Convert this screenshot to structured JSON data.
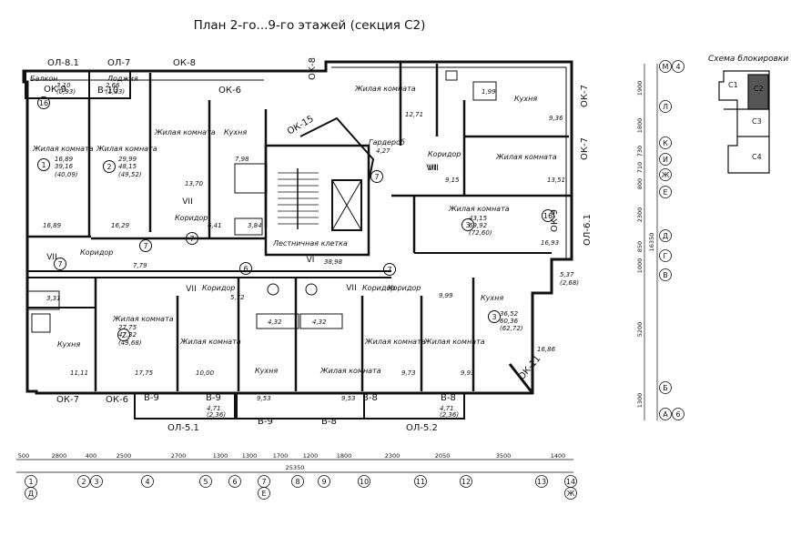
{
  "title": "План 2-го...9-го этажей (секция С2)",
  "key_plan": {
    "title": "Схема блокировки",
    "sections": [
      "С1",
      "С2",
      "С3",
      "С4"
    ]
  },
  "window_labels": [
    "ОЛ-8.1",
    "ОЛ-7",
    "ОК-8",
    "ОК-9",
    "В-10",
    "ОК-6",
    "ОК-8",
    "ОК-15",
    "ОК-7",
    "ОК-7",
    "ОК-9",
    "ОЛ-6.1",
    "ОК-7",
    "ОК-6",
    "В-9",
    "В-9",
    "В-8",
    "В-8",
    "ОК-11",
    "ОЛ-5.1",
    "ОЛ-5.2",
    "В-9",
    "В-8"
  ],
  "room_names": [
    "Балкон",
    "Лоджия",
    "Жилая комната",
    "Жилая комната",
    "Жилая комната",
    "Кухня",
    "Жилая комната",
    "Кухня",
    "Жилая комната",
    "Гардероб",
    "Коридор",
    "Коридор",
    "Жилая комната",
    "Коридор",
    "Лестничная клетка",
    "Коридор",
    "Коридор",
    "Коридор",
    "Жилая комната",
    "Жилая комната",
    "Кухня",
    "Кухня",
    "Жилая комната",
    "Жилая комната",
    "Жилая комната",
    "Кухня"
  ],
  "areas": [
    "3,10",
    "(0,93)",
    "2,66",
    "(1,33)",
    "16,89",
    "39,16",
    "(40,09)",
    "29,99",
    "48,15",
    "(49,52)",
    "13,70",
    "7,98",
    "6,41",
    "3,84",
    "16,29",
    "16,89",
    "12,71",
    "1,99",
    "9,36",
    "4,27",
    "9,15",
    "13,51",
    "43,15",
    "69,92",
    "(72,60)",
    "16,93",
    "7,79",
    "38,98",
    "3,31",
    "5,72",
    "27,75",
    "47,32",
    "(49,68)",
    "9,99",
    "36,52",
    "60,36",
    "(62,72)",
    "4,32",
    "4,32",
    "17,75",
    "10,00",
    "11,11",
    "9,53",
    "9,53",
    "9,73",
    "9,93",
    "16,86",
    "5,37",
    "(2,68)",
    "4,71",
    "(2,36)",
    "4,71",
    "(2,36)"
  ],
  "markers": [
    "16",
    "1",
    "2",
    "3",
    "2",
    "3",
    "16",
    "6",
    "7",
    "7",
    "7",
    "7",
    "7",
    "VII",
    "VII",
    "VII",
    "VI",
    "VII",
    "VII",
    "VII"
  ],
  "grid_axes_bottom": [
    "1",
    "Д",
    "2",
    "3",
    "4",
    "5",
    "6",
    "7",
    "Е",
    "8",
    "9",
    "10",
    "11",
    "12",
    "13",
    "14",
    "Ж"
  ],
  "dimensions_bottom": [
    "500",
    "2800",
    "400",
    "2500",
    "2700",
    "1300",
    "1300",
    "1700",
    "1200",
    "1800",
    "2300",
    "2050",
    "3500",
    "1400"
  ],
  "total_dimension": "25350",
  "grid_axes_right": [
    "М",
    "4",
    "Л",
    "К",
    "И",
    "Ж",
    "Е",
    "Д",
    "Г",
    "В",
    "Б",
    "А",
    "6"
  ],
  "dimensions_right": [
    "1900",
    "1800",
    "730",
    "710",
    "800",
    "2300",
    "850",
    "1000",
    "5200",
    "1300"
  ],
  "total_dimension_right": "16350"
}
